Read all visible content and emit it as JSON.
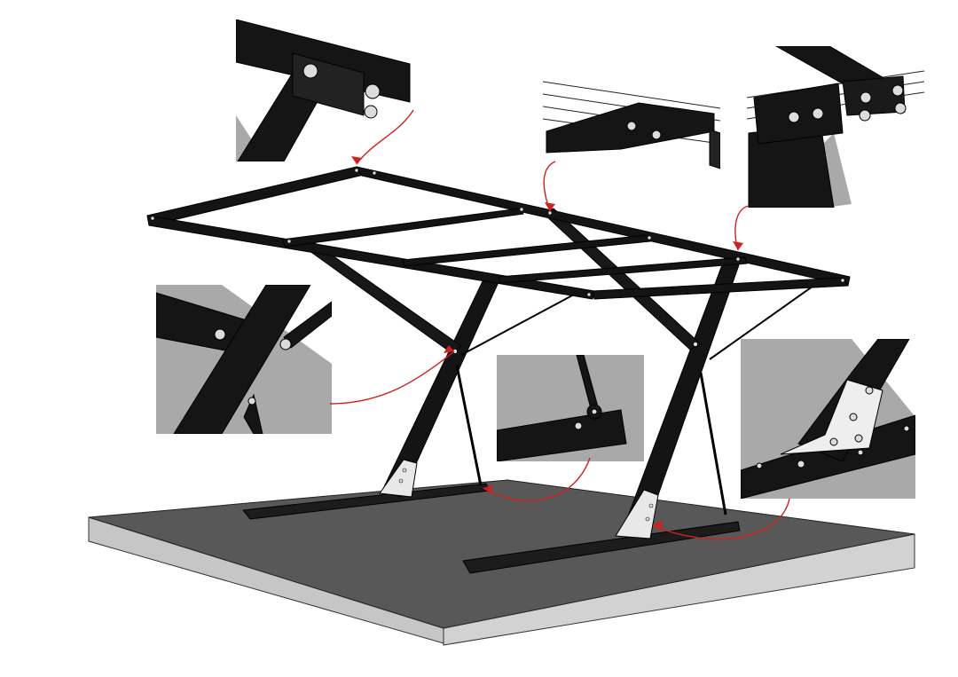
{
  "diagram": {
    "subject": "carport-frame-exploded-detail-view",
    "colors": {
      "frame": "#141414",
      "frame_edge": "#000000",
      "slab_top": "#585858",
      "slab_side_light": "#d2d2d2",
      "slab_side_dark": "#b9b9b9",
      "inset_backdrop": "#a9a9a9",
      "bolt": "#d9d9d9",
      "leader": "#d02020"
    },
    "detail_insets": [
      {
        "id": "beam-corner-joint",
        "icon": "bolt-icon"
      },
      {
        "id": "purlin-end-plate",
        "icon": "bolt-icon"
      },
      {
        "id": "column-top-bracket",
        "icon": "bolt-icon"
      },
      {
        "id": "brace-column-joint",
        "icon": "bolt-icon"
      },
      {
        "id": "tie-rod-foot-anchor",
        "icon": "bolt-icon"
      },
      {
        "id": "column-base-gusset",
        "icon": "bolt-icon"
      }
    ]
  }
}
